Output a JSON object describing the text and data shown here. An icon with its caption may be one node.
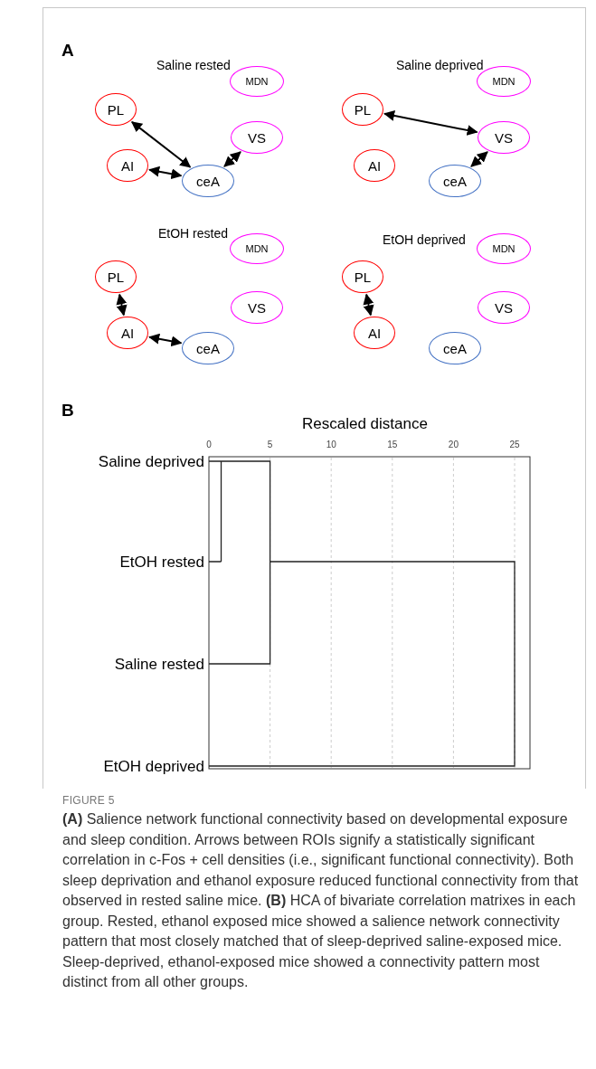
{
  "diagram": {
    "caption": "**(A)** Salience network functional connectivity based on developmental exposure and sleep condition. Arrows between ROIs signify a statistically significant correlation in c-Fos + cell densities (i.e., significant functional connectivity). Both sleep deprivation and ethanol exposure reduced functional connectivity from that observed in rested saline mice. **(B)** HCA of bivariate correlation matrixes in each group. Rested, ethanol exposed mice showed a salience network connectivity pattern that most closely matched that of sleep-deprived saline-exposed mice. Sleep-deprived, ethanol-exposed mice showed a connectivity pattern most distinct from all other groups.",
    "nodes": [
      {
        "text": [
          "MDN"
        ]
      },
      {
        "text": [
          "PL"
        ]
      },
      {
        "text": [
          "VS"
        ]
      },
      {
        "text": [
          "AI"
        ]
      },
      {
        "text": [
          "ceA"
        ]
      },
      {
        "text": [
          "MDN"
        ]
      },
      {
        "text": [
          "PL"
        ]
      },
      {
        "text": [
          "VS"
        ]
      },
      {
        "text": [
          "AI"
        ]
      },
      {
        "text": [
          "ceA"
        ]
      },
      {
        "text": [
          "MDN"
        ]
      },
      {
        "text": [
          "PL"
        ]
      },
      {
        "text": [
          "VS"
        ]
      },
      {
        "text": [
          "AI"
        ]
      },
      {
        "text": [
          "ceA"
        ]
      },
      {
        "text": [
          "MDN"
        ]
      },
      {
        "text": [
          "PL"
        ]
      },
      {
        "text": [
          "VS"
        ]
      },
      {
        "text": [
          "AI"
        ]
      },
      {
        "text": [
          "ceA"
        ]
      }
    ],
    "edges": [
      {
        "from": 1,
        "to": 4,
        "arrow": "both"
      },
      {
        "from": 3,
        "to": 4,
        "arrow": "both"
      },
      {
        "from": 4,
        "to": 2,
        "arrow": "both"
      },
      {
        "from": 6,
        "to": 7,
        "arrow": "both"
      },
      {
        "from": 9,
        "to": 7,
        "arrow": "both"
      },
      {
        "from": 11,
        "to": 13,
        "arrow": "both"
      },
      {
        "from": 13,
        "to": 14,
        "arrow": "both"
      },
      {
        "from": 16,
        "to": 18,
        "arrow": "both"
      }
    ],
    "labels": [
      "A",
      "Saline rested",
      "Saline deprived",
      "EtOH rested",
      "EtOH deprived",
      "B",
      "Rescaled distance",
      "0",
      "5",
      "10",
      "15",
      "20",
      "25",
      "Saline deprived",
      "EtOH rested",
      "Saline rested",
      "EtOH deprived",
      "FIGURE 5"
    ]
  }
}
